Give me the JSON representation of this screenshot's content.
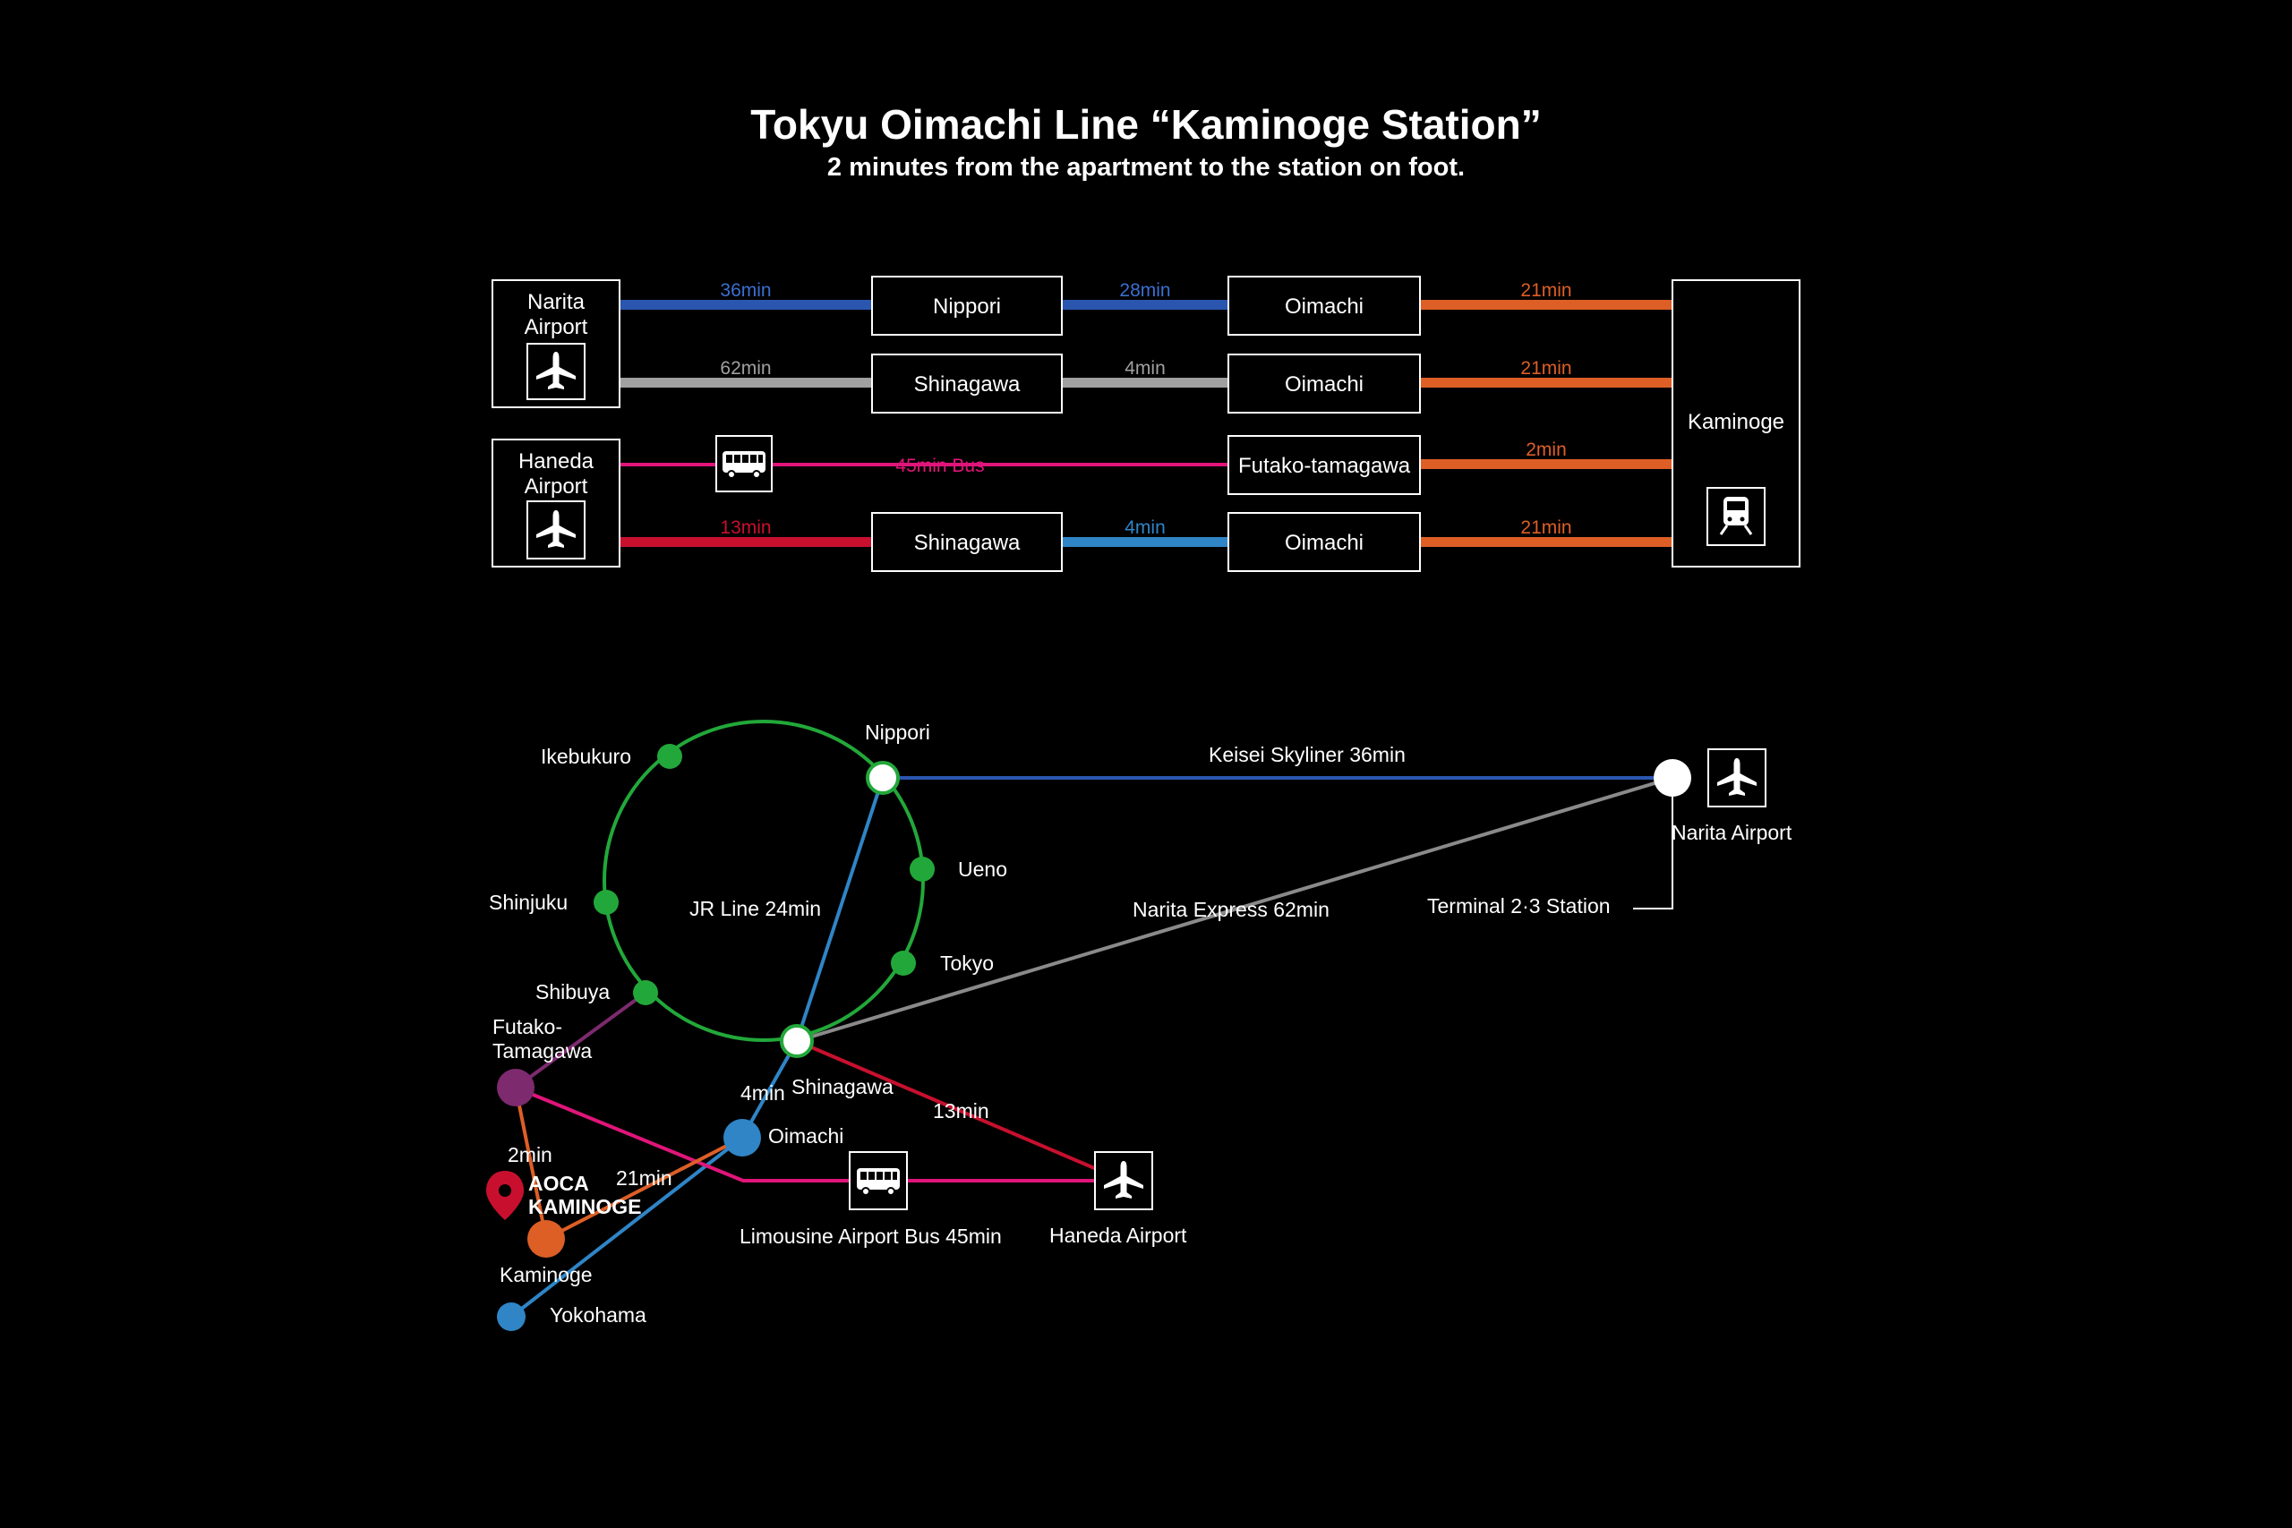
{
  "header": {
    "title": "Tokyu Oimachi Line “Kaminoge Station”",
    "subtitle": "2 minutes from the apartment to the station on foot."
  },
  "colors": {
    "keisei_blue": "#2a56b0",
    "jr_gray": "#a0a0a0",
    "limousine_magenta": "#e0157a",
    "keikyu_red": "#c8102e",
    "oimachi_orange": "#dd5f26",
    "tokyu_blue": "#2f85c6",
    "yamanote_green": "#22a83a",
    "den_en_purple": "#7d2a6e"
  },
  "route_table": {
    "origins": [
      {
        "name_line1": "Narita",
        "name_line2": "Airport",
        "icon": "airplane-icon"
      },
      {
        "name_line1": "Haneda",
        "name_line2": "Airport",
        "icon": "airplane-icon"
      }
    ],
    "destination": {
      "name": "Kaminoge",
      "icon": "train-icon"
    },
    "rows": [
      {
        "seg1": "36min",
        "station1": "Nippori",
        "seg2": "28min",
        "station2": "Oimachi",
        "seg3": "21min"
      },
      {
        "seg1": "62min",
        "station1": "Shinagawa",
        "seg2": "4min",
        "station2": "Oimachi",
        "seg3": "21min"
      },
      {
        "seg1": "45min Bus",
        "station2": "Futako-tamagawa",
        "seg3": "2min",
        "icon": "bus-icon"
      },
      {
        "seg1": "13min",
        "station1": "Shinagawa",
        "seg2": "4min",
        "station2": "Oimachi",
        "seg3": "21min"
      }
    ]
  },
  "map": {
    "stations": {
      "ikebukuro": "Ikebukuro",
      "nippori": "Nippori",
      "ueno": "Ueno",
      "shinjuku": "Shinjuku",
      "tokyo": "Tokyo",
      "shibuya": "Shibuya",
      "futako_line1": "Futako-",
      "futako_line2": "Tamagawa",
      "shinagawa": "Shinagawa",
      "oimachi": "Oimachi",
      "kaminoge": "Kaminoge",
      "yokohama": "Yokohama",
      "narita_airport": "Narita Airport",
      "terminal": "Terminal 2·3 Station",
      "haneda_airport": "Haneda Airport"
    },
    "lines": {
      "keisei": "Keisei Skyliner 36min",
      "jr": "JR Line 24min",
      "nex": "Narita Express 62min",
      "limousine": "Limousine Airport Bus 45min",
      "t13": "13min",
      "t4": "4min",
      "t2": "2min",
      "t21": "21min"
    },
    "home_line1": "AOCA",
    "home_line2": "KAMINOGE",
    "home_icon": "location-pin-icon"
  }
}
